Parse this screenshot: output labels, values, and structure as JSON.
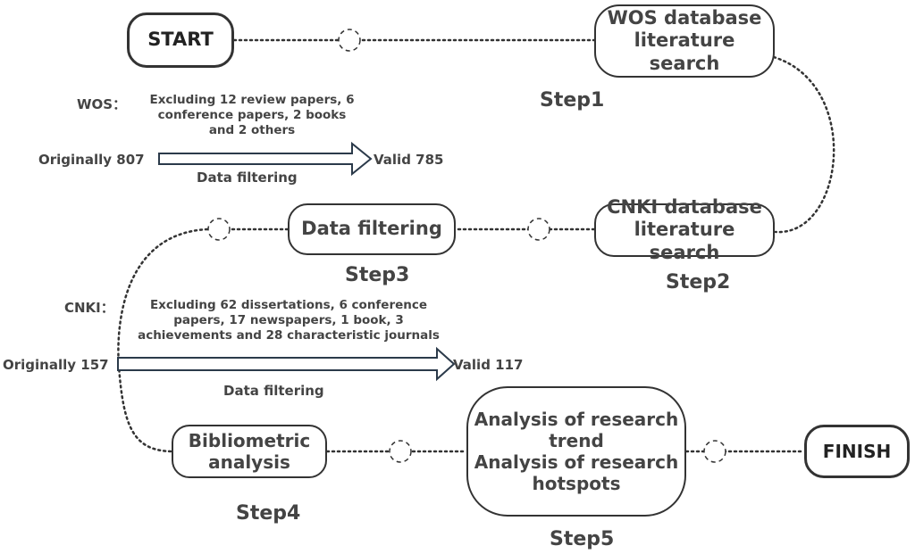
{
  "nodes": {
    "start": "START",
    "wos_search": [
      "WOS database",
      "literature search"
    ],
    "cnki_search": [
      "CNKI database",
      "literature search"
    ],
    "data_filtering": "Data filtering",
    "bibliometric": [
      "Bibliometric",
      "analysis"
    ],
    "analysis": [
      "Analysis of research",
      "trend",
      "Analysis of research",
      "hotspots"
    ],
    "finish": "FINISH"
  },
  "steps": {
    "step1": "Step1",
    "step2": "Step2",
    "step3": "Step3",
    "step4": "Step4",
    "step5": "Step5"
  },
  "wos": {
    "label": "WOS：",
    "note": [
      "Excluding 12 review papers, 6",
      "conference papers, 2 books",
      "and 2 others"
    ],
    "original": "Originally 807",
    "valid": "Valid 785",
    "arrow_label": "Data filtering"
  },
  "cnki": {
    "label": "CNKI：",
    "note": [
      "Excluding 62 dissertations, 6 conference",
      "papers, 17 newspapers, 1 book, 3",
      "achievements and 28 characteristic journals"
    ],
    "original": "Originally 157",
    "valid": "Valid 117",
    "arrow_label": "Data filtering"
  }
}
